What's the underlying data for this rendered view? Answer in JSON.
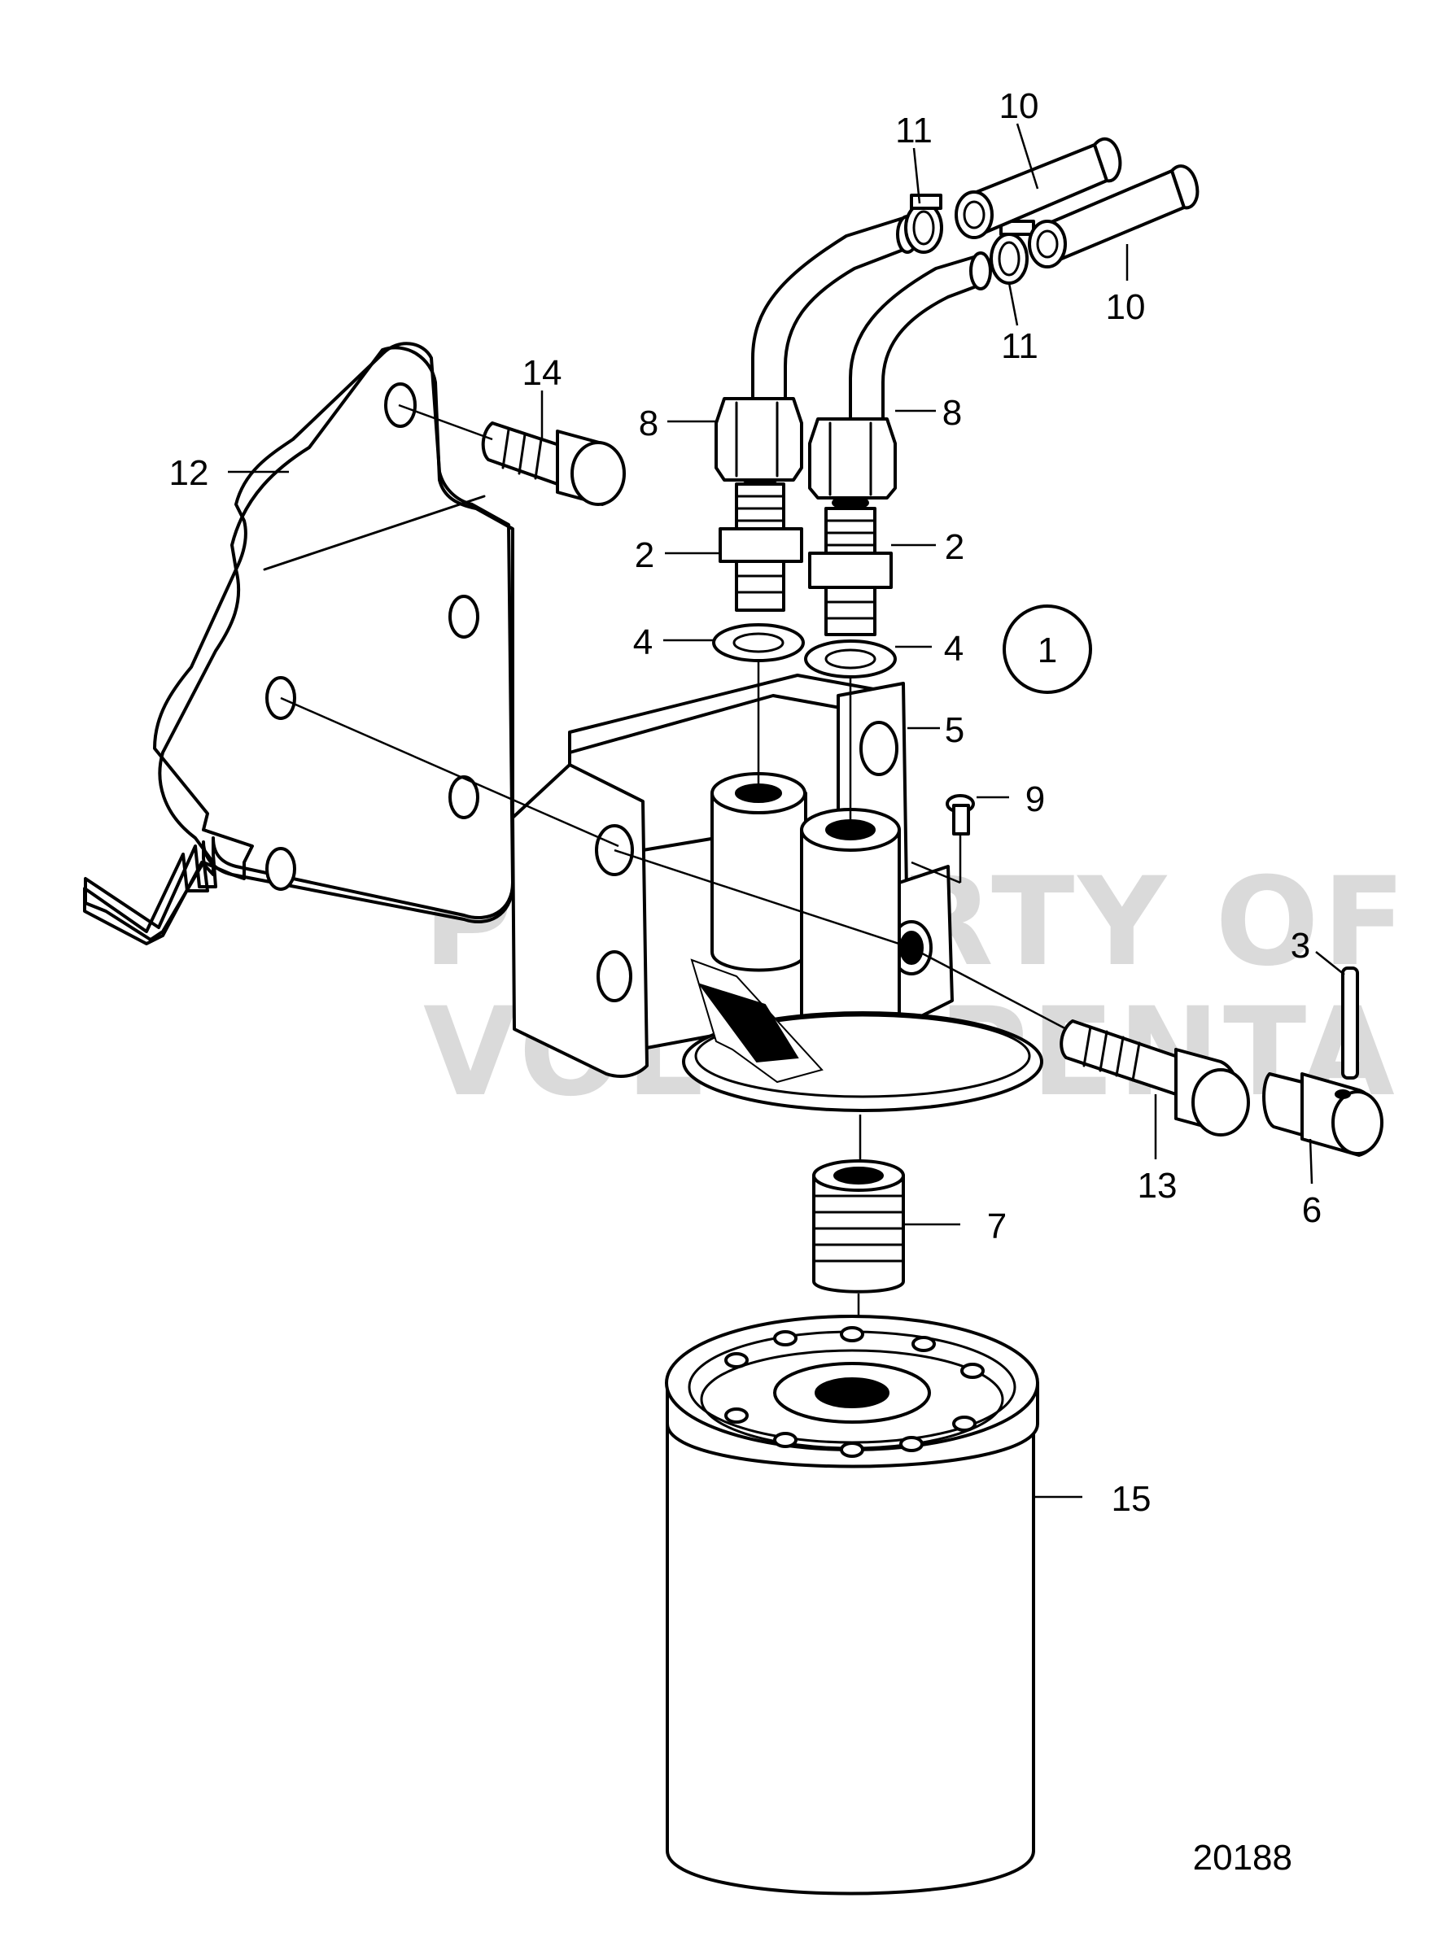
{
  "figure_id": "20188",
  "group_marker": "1",
  "watermark": [
    "PROPERTY OF",
    "VOLVO PENTA"
  ],
  "callouts": [
    {
      "id": "c10a",
      "text": "10"
    },
    {
      "id": "c11a",
      "text": "11"
    },
    {
      "id": "c11b",
      "text": "11"
    },
    {
      "id": "c10b",
      "text": "10"
    },
    {
      "id": "c14",
      "text": "14"
    },
    {
      "id": "c12",
      "text": "12"
    },
    {
      "id": "c8a",
      "text": "8"
    },
    {
      "id": "c8b",
      "text": "8"
    },
    {
      "id": "c2a",
      "text": "2"
    },
    {
      "id": "c2b",
      "text": "2"
    },
    {
      "id": "c4a",
      "text": "4"
    },
    {
      "id": "c4b",
      "text": "4"
    },
    {
      "id": "c5",
      "text": "5"
    },
    {
      "id": "c9",
      "text": "9"
    },
    {
      "id": "c3",
      "text": "3"
    },
    {
      "id": "c13",
      "text": "13"
    },
    {
      "id": "c6",
      "text": "6"
    },
    {
      "id": "c7",
      "text": "7"
    },
    {
      "id": "c15",
      "text": "15"
    }
  ]
}
